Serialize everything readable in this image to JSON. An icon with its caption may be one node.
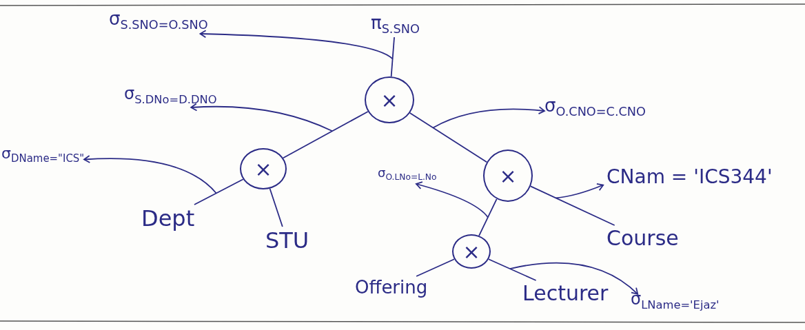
{
  "diagram": {
    "nodes": [
      {
        "text": [
          "π$_{S.SNO}$"
        ]
      },
      {
        "text": [
          "×"
        ]
      },
      {
        "text": [
          "×"
        ]
      },
      {
        "text": [
          "×"
        ]
      },
      {
        "text": [
          "×"
        ]
      },
      {
        "text": [
          "Dept"
        ]
      },
      {
        "text": [
          "STU"
        ]
      },
      {
        "text": [
          "Offering"
        ]
      },
      {
        "text": [
          "Lecturer"
        ]
      },
      {
        "text": [
          "Course"
        ]
      },
      {
        "text": [
          "σ$_{S.SNO=O.SNO}$"
        ]
      },
      {
        "text": [
          "σ$_{S.DNo=D.DNO}$"
        ]
      },
      {
        "text": [
          "σ$_{DName=\"ICS\"}$"
        ]
      },
      {
        "text": [
          "σ$_{O.CNO=C.CNO}$"
        ]
      },
      {
        "text": [
          "σ$_{O.LNo=L.No}$"
        ]
      },
      {
        "text": [
          "CNam = 'ICS344'"
        ]
      },
      {
        "text": [
          "σ$_{LName='Ejaz'}$"
        ]
      }
    ],
    "edges": [
      {
        "from": 0,
        "to": 1,
        "arrow": "none"
      },
      {
        "from": 1,
        "to": 2,
        "arrow": "none"
      },
      {
        "from": 1,
        "to": 3,
        "arrow": "none"
      },
      {
        "from": 2,
        "to": 5,
        "arrow": "none"
      },
      {
        "from": 2,
        "to": 6,
        "arrow": "none"
      },
      {
        "from": 3,
        "to": 4,
        "arrow": "none"
      },
      {
        "from": 3,
        "to": 9,
        "arrow": "none"
      },
      {
        "from": 4,
        "to": 7,
        "arrow": "none"
      },
      {
        "from": 4,
        "to": 8,
        "arrow": "none"
      },
      {
        "from": null,
        "to": 10,
        "arrow": "to"
      },
      {
        "from": null,
        "to": 11,
        "arrow": "to"
      },
      {
        "from": null,
        "to": 12,
        "arrow": "to"
      },
      {
        "from": null,
        "to": 13,
        "arrow": "to"
      },
      {
        "from": null,
        "to": 14,
        "arrow": "to"
      },
      {
        "from": null,
        "to": 15,
        "arrow": "to"
      },
      {
        "from": null,
        "to": 16,
        "arrow": "to"
      }
    ]
  }
}
